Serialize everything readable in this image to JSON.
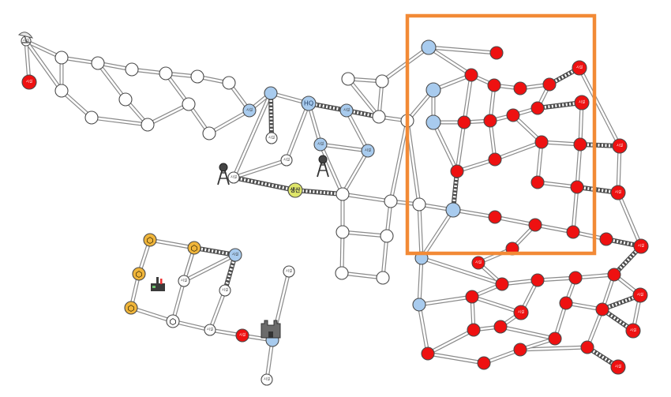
{
  "map": {
    "selection_color": "#f28a36",
    "colors": {
      "neutral": "#ffffff",
      "friendly": "#a8cbee",
      "enemy": "#ee1111",
      "resource": "#f0b53a",
      "road": "#8a8a8a",
      "rail": "#4d4d4d"
    },
    "hq_label": "HQ",
    "highlight_label": "생산",
    "labeled_node_text": "시설"
  },
  "selection": {
    "label": "focus-region"
  },
  "buildings": [
    {
      "type": "radar-dish-icon"
    },
    {
      "type": "oil-derrick-icon"
    },
    {
      "type": "drilling-tower-icon"
    },
    {
      "type": "factory-icon"
    },
    {
      "type": "fortress-icon"
    }
  ]
}
